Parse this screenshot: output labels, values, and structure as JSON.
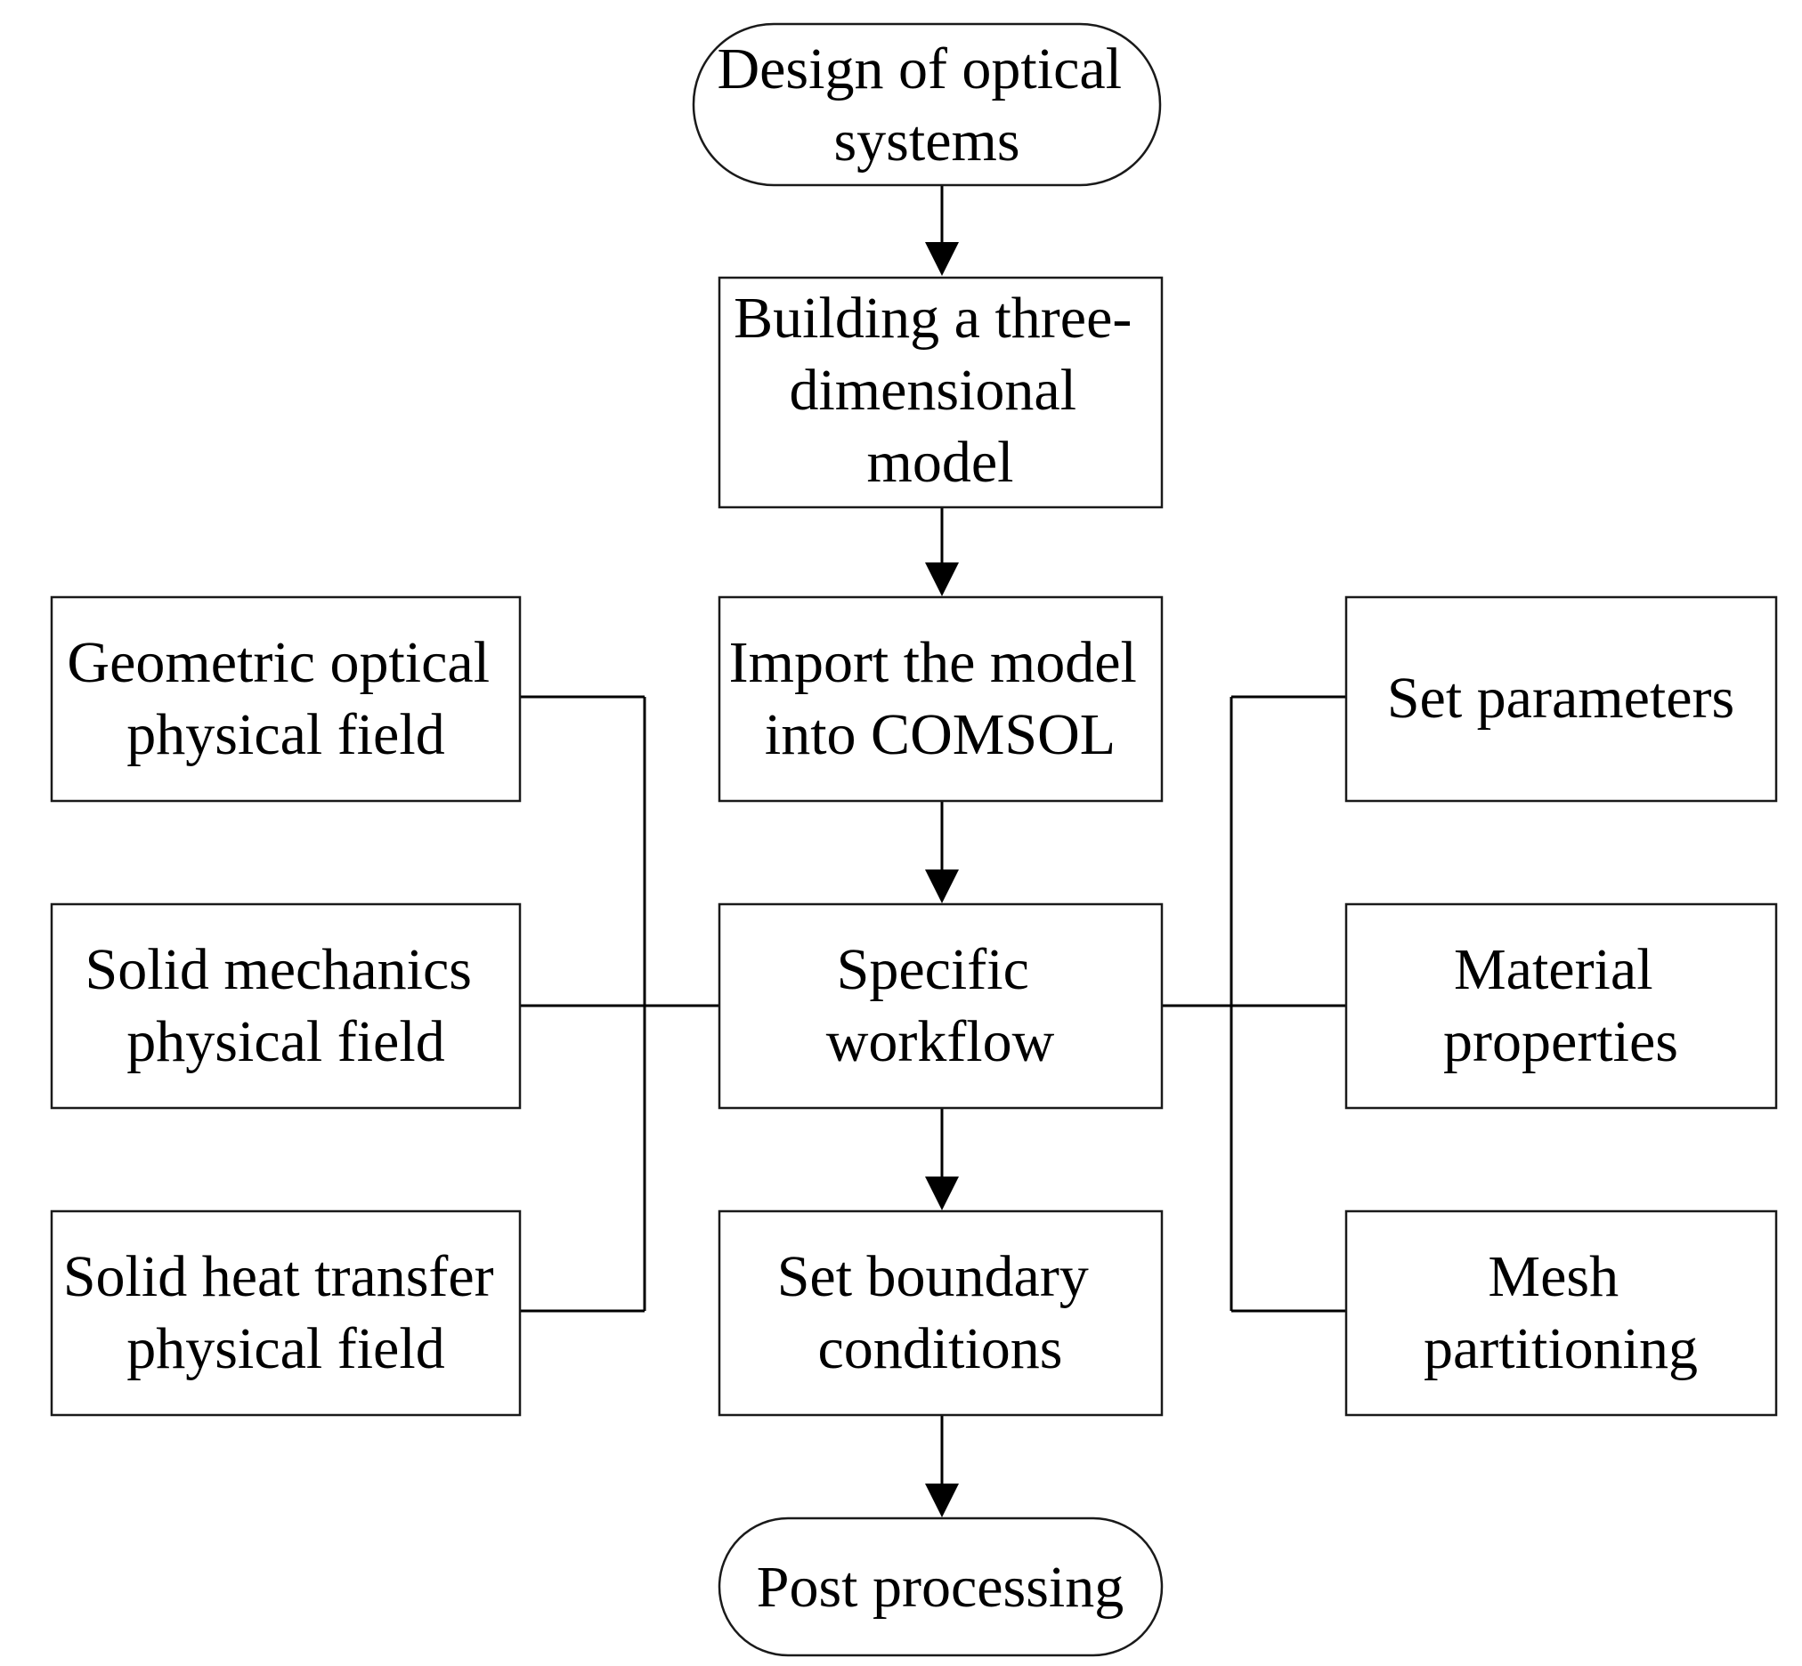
{
  "nodes": {
    "design_optical_systems": {
      "lines": [
        "Design of optical",
        "systems"
      ]
    },
    "build_3d_model": {
      "lines": [
        "Building a three-",
        "dimensional",
        "model"
      ]
    },
    "import_comsol": {
      "lines": [
        "Import the model",
        "into COMSOL"
      ]
    },
    "specific_workflow": {
      "lines": [
        "Specific",
        "workflow"
      ]
    },
    "set_boundary_conditions": {
      "lines": [
        "Set boundary",
        "conditions"
      ]
    },
    "post_processing": {
      "lines": [
        "Post processing"
      ]
    },
    "geometric_optical_field": {
      "lines": [
        "Geometric optical",
        "physical field"
      ]
    },
    "solid_mechanics_field": {
      "lines": [
        "Solid mechanics",
        "physical field"
      ]
    },
    "solid_heat_transfer_field": {
      "lines": [
        "Solid heat transfer",
        "physical field"
      ]
    },
    "set_parameters": {
      "lines": [
        "Set parameters"
      ]
    },
    "material_properties": {
      "lines": [
        "Material",
        "properties"
      ]
    },
    "mesh_partitioning": {
      "lines": [
        "Mesh",
        "partitioning"
      ]
    }
  },
  "colors": {
    "stroke": "#000000",
    "fill": "#ffffff",
    "text": "#000000"
  }
}
